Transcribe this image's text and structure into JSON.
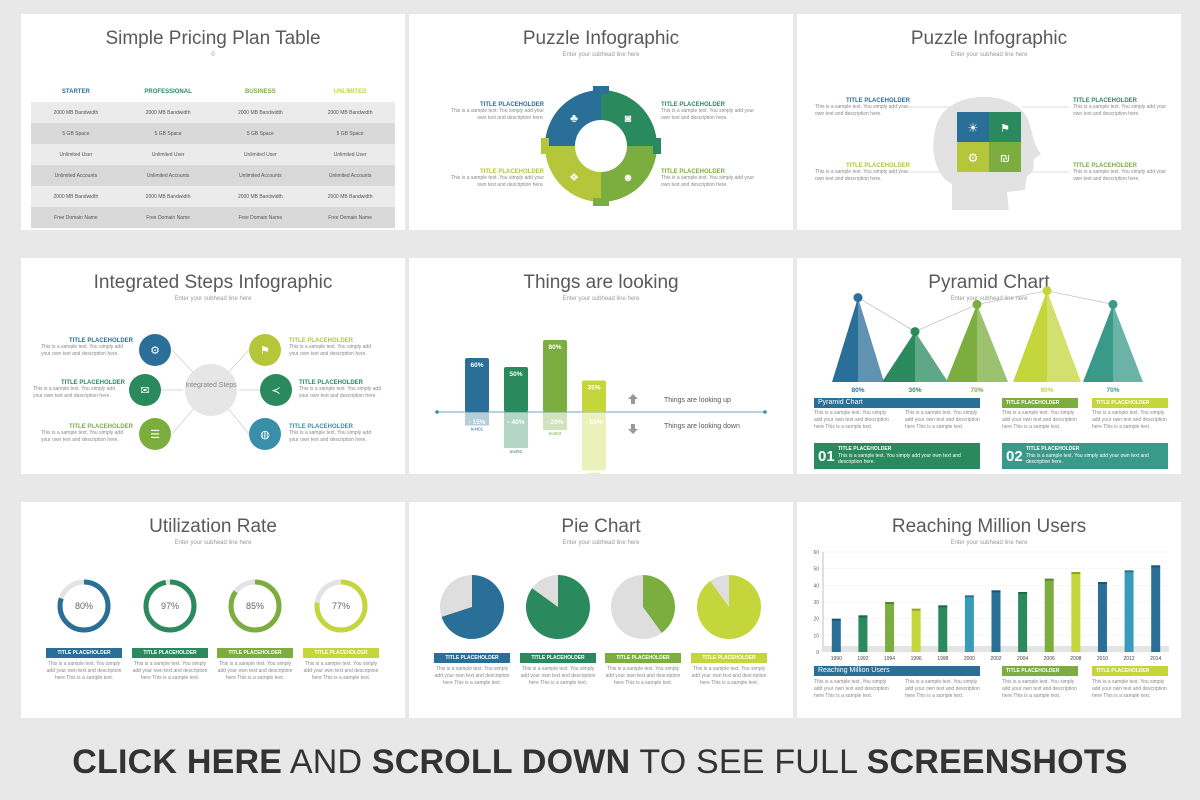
{
  "slides": {
    "pricing": {
      "title": "Simple Pricing Plan Table",
      "sub": "0",
      "headers": [
        "STARTER",
        "PROFESSIONAL",
        "BUSINESS",
        "UNLIMITED"
      ],
      "header_colors": [
        "#2a6f97",
        "#2a8a5e",
        "#7cae3f",
        "#c5d63d"
      ],
      "rows": [
        [
          "2000 MB Bandwidth",
          "2000 MB Bandwidth",
          "2000 MB Bandwidth",
          "2000 MB Bandwidth"
        ],
        [
          "5 GB Space",
          "5 GB Space",
          "5 GB Space",
          "5 GB Space"
        ],
        [
          "Unlimited User",
          "Unlimited User",
          "Unlimited User",
          "Unlimited User"
        ],
        [
          "Unlimited Accounts",
          "Unlimited Accounts",
          "Unlimited Accounts",
          "Unlimited Accounts"
        ],
        [
          "2000 MB Bandwidth",
          "2000 MB Bandwidth",
          "2000 MB Bandwidth",
          "2000 MB Bandwidth"
        ],
        [
          "Free Domain Name",
          "Free Domain Name",
          "Free Domain Name",
          "Free Domain Name"
        ]
      ]
    },
    "puzzle1": {
      "title": "Puzzle Infographic",
      "sub": "Enter your subhead line here",
      "ph": "TITLE PLACEHOLDER",
      "desc": "This is a sample text. You simply add your own text and description here."
    },
    "puzzle2": {
      "title": "Puzzle Infographic",
      "sub": "Enter your subhead line here",
      "ph": "TITLE PLACEHOLDER",
      "desc": "This is a sample text. You simply add your own text and description here."
    },
    "steps": {
      "title": "Integrated Steps Infographic",
      "sub": "Enter your subhead line here",
      "center": "Integrated Steps",
      "ph": "TITLE PLACEHOLDER",
      "desc": "This is a sample text. You simply add your own text and description here."
    },
    "things": {
      "title": "Things are looking",
      "sub": "Enter your subhead line here",
      "up_label": "Things are looking up",
      "down_label": "Things are looking down"
    },
    "pyramid": {
      "title": "Pyramid Chart",
      "sub": "Enter your subhead line here",
      "head": "Pyramid Chart",
      "ph": "TITLE PLACEHOLDER",
      "desc": "This is a sample text. You simply add your own text and description here This is a sample text.",
      "box1_num": "01",
      "box2_num": "02",
      "box_desc": "This is a sample text. You simply add your own text and description here."
    },
    "util": {
      "title": "Utilization Rate",
      "sub": "Enter your subhead line here",
      "ph": "TITLE PLACEHOLDER",
      "desc": "This is a sample text. You simply add your own text and description here This is a sample text."
    },
    "pie": {
      "title": "Pie Chart",
      "sub": "Enter your subhead line here",
      "ph": "TITLE PLACEHOLDER",
      "desc": "This is a sample text. You simply add your own text and description here This is a sample text."
    },
    "reach": {
      "title": "Reaching Million Users",
      "sub": "Enter your subhead line here",
      "head": "Reaching Million Users",
      "ph": "TITLE PLACEHOLDER",
      "desc": "This is a sample text. You simply add your own text and description here This is a sample text."
    }
  },
  "chart_data": [
    {
      "type": "bar",
      "id": "things",
      "categories": [
        "text01",
        "text02",
        "text03",
        "text04"
      ],
      "series": [
        {
          "values": [
            60,
            50,
            80,
            35
          ]
        },
        {
          "values": [
            -15,
            -40,
            -20,
            -65
          ]
        }
      ],
      "value_labels": [
        "60%",
        "50%",
        "80%",
        "35%"
      ],
      "neg_labels": [
        "- 15%",
        "- 40%",
        "- 20%",
        "- 65%"
      ],
      "colors": [
        "#2a6f97",
        "#2a8a5e",
        "#7cae3f",
        "#c5d63d"
      ]
    },
    {
      "type": "bar",
      "id": "pyramid",
      "categories": [
        "1",
        "2",
        "3",
        "4",
        "5"
      ],
      "values": [
        80,
        30,
        70,
        90,
        70
      ],
      "value_labels": [
        "80%",
        "30%",
        "70%",
        "90%",
        "70%"
      ],
      "colors": [
        "#2a6f97",
        "#2a8a5e",
        "#7cae3f",
        "#c5d63d",
        "#3a9a8a"
      ]
    },
    {
      "type": "pie",
      "id": "util",
      "values": [
        80,
        97,
        85,
        77
      ],
      "value_labels": [
        "80%",
        "97%",
        "85%",
        "77%"
      ],
      "colors": [
        "#2a6f97",
        "#2a8a5e",
        "#7cae3f",
        "#c5d63d"
      ]
    },
    {
      "type": "pie",
      "id": "pie",
      "values": [
        70,
        85,
        40,
        90
      ],
      "colors": [
        "#2a6f97",
        "#2a8a5e",
        "#7cae3f",
        "#c5d63d"
      ]
    },
    {
      "type": "bar",
      "id": "reach",
      "categories": [
        "1990",
        "1992",
        "1994",
        "1996",
        "1998",
        "2000",
        "2002",
        "2004",
        "2006",
        "2008",
        "2010",
        "2012",
        "2014"
      ],
      "values": [
        20,
        22,
        30,
        26,
        28,
        34,
        37,
        36,
        44,
        48,
        42,
        49,
        52
      ],
      "ylim": [
        0,
        60
      ],
      "yticks": [
        "0",
        "10",
        "20",
        "30",
        "40",
        "50",
        "60"
      ],
      "colors": [
        "#2a6f97",
        "#2a8a5e",
        "#7cae3f",
        "#c5d63d",
        "#2a8a5e",
        "#3a9aba",
        "#2a6f97",
        "#2a8a5e",
        "#7cae3f",
        "#c5d63d",
        "#2a6f97",
        "#3a9aba",
        "#2a6f97"
      ]
    }
  ],
  "banner": {
    "p1": "CLICK HERE",
    "p2": " AND ",
    "p3": "SCROLL DOWN",
    "p4": " TO SEE FULL ",
    "p5": "SCREENSHOTS"
  },
  "colors": {
    "blue": "#2a6f97",
    "green": "#2a8a5e",
    "lime": "#7cae3f",
    "yellow": "#c5d63d",
    "teal": "#3a9a8a"
  }
}
